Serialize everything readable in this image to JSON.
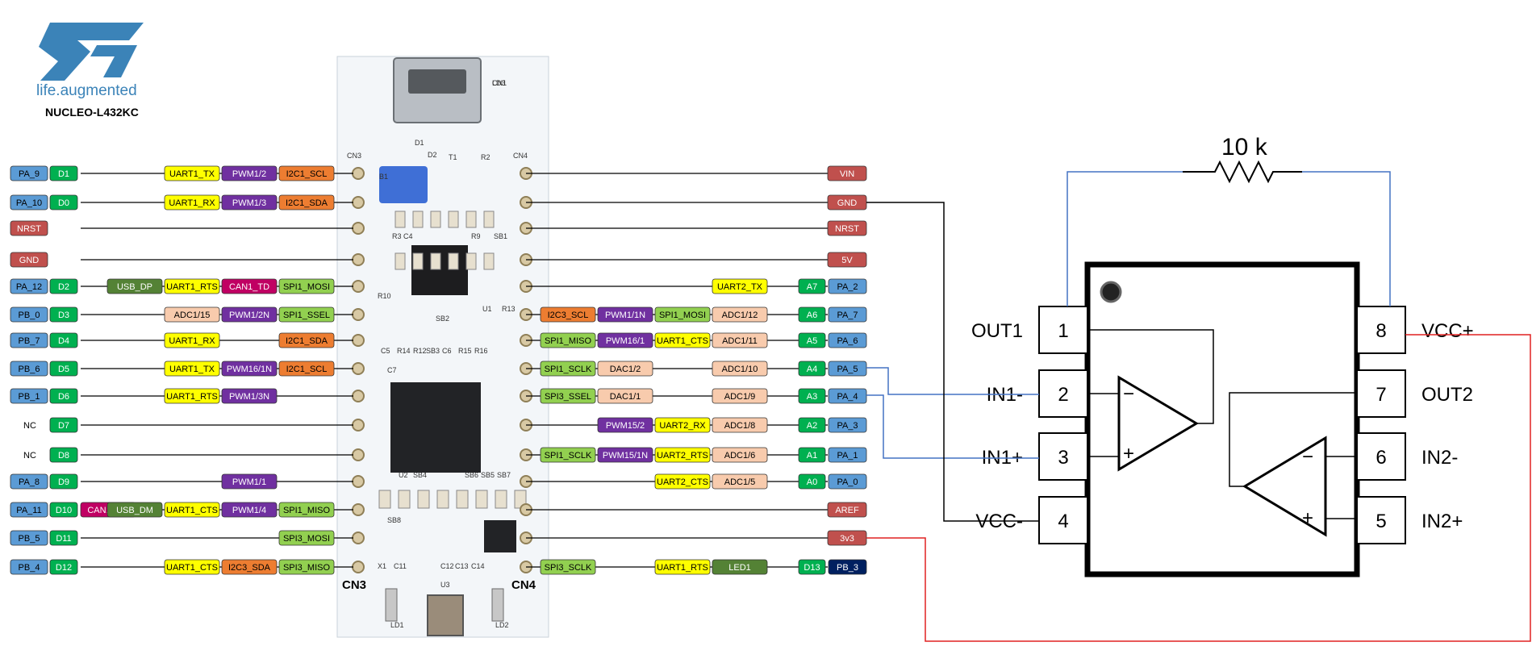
{
  "logo": {
    "tagline": "life.augmented",
    "board_name": "NUCLEO-L432KC"
  },
  "colors": {
    "pa": "#5b9bd5",
    "pb": "#002060",
    "arduino": "#00b050",
    "uart": "#ffff00",
    "pwm": "#7030a0",
    "i2c": "#ed7d31",
    "spi": "#92d050",
    "adc": "#f8cbad",
    "can": "#c00063",
    "usb": "#548235",
    "power": "#c0504d",
    "wire_blue": "#4472c4",
    "wire_red": "#e02020",
    "wire_black": "#000000",
    "pcb": "#f3f6f9"
  },
  "board": {
    "cn3_label": "CN3",
    "cn4_label": "CN4",
    "silk": [
      "CN1",
      "CN3",
      "CN4",
      "D1",
      "D2",
      "T1",
      "R2",
      "R3",
      "C4",
      "R9",
      "SB1",
      "R10",
      "SB2",
      "U1",
      "R13",
      "C5",
      "R14",
      "R12",
      "SB3",
      "C6",
      "R15",
      "R16",
      "C7",
      "U2",
      "SB4",
      "SB6",
      "SB5",
      "SB7",
      "SB8",
      "X1",
      "C11",
      "C12",
      "C13",
      "C14",
      "U3",
      "B1",
      "LD1",
      "LD2",
      "LD3"
    ]
  },
  "left_pins": [
    {
      "port": "PA_9",
      "ard": "D1",
      "funcs": [
        {
          "t": "UART1_TX",
          "c": "uart",
          "col": 3
        },
        {
          "t": "PWM1/2",
          "c": "pwm",
          "col": 4
        },
        {
          "t": "I2C1_SCL",
          "c": "i2c",
          "col": 5
        }
      ]
    },
    {
      "port": "PA_10",
      "ard": "D0",
      "funcs": [
        {
          "t": "UART1_RX",
          "c": "uart",
          "col": 3
        },
        {
          "t": "PWM1/3",
          "c": "pwm",
          "col": 4
        },
        {
          "t": "I2C1_SDA",
          "c": "i2c",
          "col": 5
        }
      ]
    },
    {
      "port": "NRST",
      "ard": "",
      "funcs": []
    },
    {
      "port": "GND",
      "ard": "",
      "funcs": []
    },
    {
      "port": "PA_12",
      "ard": "D2",
      "funcs": [
        {
          "t": "USB_DP",
          "c": "usb",
          "col": 2
        },
        {
          "t": "UART1_RTS",
          "c": "uart",
          "col": 3
        },
        {
          "t": "CAN1_TD",
          "c": "can",
          "col": 4
        },
        {
          "t": "SPI1_MOSI",
          "c": "spi",
          "col": 5
        }
      ]
    },
    {
      "port": "PB_0",
      "ard": "D3",
      "funcs": [
        {
          "t": "ADC1/15",
          "c": "adc",
          "col": 3
        },
        {
          "t": "PWM1/2N",
          "c": "pwm",
          "col": 4
        },
        {
          "t": "SPI1_SSEL",
          "c": "spi",
          "col": 5
        }
      ]
    },
    {
      "port": "PB_7",
      "ard": "D4",
      "funcs": [
        {
          "t": "UART1_RX",
          "c": "uart",
          "col": 3
        },
        {
          "t": "I2C1_SDA",
          "c": "i2c",
          "col": 5
        }
      ]
    },
    {
      "port": "PB_6",
      "ard": "D5",
      "funcs": [
        {
          "t": "UART1_TX",
          "c": "uart",
          "col": 3
        },
        {
          "t": "PWM16/1N",
          "c": "pwm",
          "col": 4
        },
        {
          "t": "I2C1_SCL",
          "c": "i2c",
          "col": 5
        }
      ]
    },
    {
      "port": "PB_1",
      "ard": "D6",
      "funcs": [
        {
          "t": "UART1_RTS",
          "c": "uart",
          "col": 3
        },
        {
          "t": "PWM1/3N",
          "c": "pwm",
          "col": 4
        }
      ]
    },
    {
      "port": "NC",
      "ard": "D7",
      "funcs": []
    },
    {
      "port": "NC",
      "ard": "D8",
      "funcs": []
    },
    {
      "port": "PA_8",
      "ard": "D9",
      "funcs": [
        {
          "t": "PWM1/1",
          "c": "pwm",
          "col": 4
        }
      ]
    },
    {
      "port": "PA_11",
      "ard": "D10",
      "funcs": [
        {
          "t": "CAN1_RD",
          "c": "can",
          "col": 1
        },
        {
          "t": "USB_DM",
          "c": "usb",
          "col": 2
        },
        {
          "t": "UART1_CTS",
          "c": "uart",
          "col": 3
        },
        {
          "t": "PWM1/4",
          "c": "pwm",
          "col": 4
        },
        {
          "t": "SPI1_MISO",
          "c": "spi",
          "col": 5
        }
      ]
    },
    {
      "port": "PB_5",
      "ard": "D11",
      "funcs": [
        {
          "t": "SPI3_MOSI",
          "c": "spi",
          "col": 5
        }
      ]
    },
    {
      "port": "PB_4",
      "ard": "D12",
      "funcs": [
        {
          "t": "UART1_CTS",
          "c": "uart",
          "col": 3
        },
        {
          "t": "I2C3_SDA",
          "c": "i2c",
          "col": 4
        },
        {
          "t": "SPI3_MISO",
          "c": "spi",
          "col": 5
        }
      ]
    }
  ],
  "right_pins": [
    {
      "port": "",
      "ard": "",
      "power": "VIN",
      "funcs": []
    },
    {
      "port": "",
      "ard": "",
      "power": "GND",
      "funcs": []
    },
    {
      "port": "",
      "ard": "",
      "power": "NRST",
      "funcs": []
    },
    {
      "port": "",
      "ard": "",
      "power": "5V",
      "funcs": []
    },
    {
      "port": "PA_2",
      "ard": "A7",
      "power": "",
      "funcs": [
        {
          "t": "UART2_TX",
          "c": "uart",
          "col": 4
        }
      ]
    },
    {
      "port": "PA_7",
      "ard": "A6",
      "power": "",
      "funcs": [
        {
          "t": "I2C3_SCL",
          "c": "i2c",
          "col": 1
        },
        {
          "t": "PWM1/1N",
          "c": "pwm",
          "col": 2
        },
        {
          "t": "SPI1_MOSI",
          "c": "spi",
          "col": 3
        },
        {
          "t": "ADC1/12",
          "c": "adc",
          "col": 4
        }
      ]
    },
    {
      "port": "PA_6",
      "ard": "A5",
      "power": "",
      "funcs": [
        {
          "t": "SPI1_MISO",
          "c": "spi",
          "col": 1
        },
        {
          "t": "PWM16/1",
          "c": "pwm",
          "col": 2
        },
        {
          "t": "UART1_CTS",
          "c": "uart",
          "col": 3
        },
        {
          "t": "ADC1/11",
          "c": "adc",
          "col": 4
        }
      ]
    },
    {
      "port": "PA_5",
      "ard": "A4",
      "power": "",
      "funcs": [
        {
          "t": "SPI1_SCLK",
          "c": "spi",
          "col": 1
        },
        {
          "t": "DAC1/2",
          "c": "adc",
          "col": 2
        },
        {
          "t": "ADC1/10",
          "c": "adc",
          "col": 4
        }
      ]
    },
    {
      "port": "PA_4",
      "ard": "A3",
      "power": "",
      "funcs": [
        {
          "t": "SPI3_SSEL",
          "c": "spi",
          "col": 1
        },
        {
          "t": "DAC1/1",
          "c": "adc",
          "col": 2
        },
        {
          "t": "ADC1/9",
          "c": "adc",
          "col": 4
        }
      ]
    },
    {
      "port": "PA_3",
      "ard": "A2",
      "power": "",
      "funcs": [
        {
          "t": "PWM15/2",
          "c": "pwm",
          "col": 2
        },
        {
          "t": "UART2_RX",
          "c": "uart",
          "col": 3
        },
        {
          "t": "ADC1/8",
          "c": "adc",
          "col": 4
        }
      ]
    },
    {
      "port": "PA_1",
      "ard": "A1",
      "power": "",
      "funcs": [
        {
          "t": "SPI1_SCLK",
          "c": "spi",
          "col": 1
        },
        {
          "t": "PWM15/1N",
          "c": "pwm",
          "col": 2
        },
        {
          "t": "UART2_RTS",
          "c": "uart",
          "col": 3
        },
        {
          "t": "ADC1/6",
          "c": "adc",
          "col": 4
        }
      ]
    },
    {
      "port": "PA_0",
      "ard": "A0",
      "power": "",
      "funcs": [
        {
          "t": "UART2_CTS",
          "c": "uart",
          "col": 3
        },
        {
          "t": "ADC1/5",
          "c": "adc",
          "col": 4
        }
      ]
    },
    {
      "port": "",
      "ard": "",
      "power": "AREF",
      "funcs": []
    },
    {
      "port": "",
      "ard": "",
      "power": "3v3",
      "funcs": []
    },
    {
      "port": "PB_3",
      "ard": "D13",
      "power": "",
      "funcs": [
        {
          "t": "SPI3_SCLK",
          "c": "spi",
          "col": 1
        },
        {
          "t": "UART1_RTS",
          "c": "uart",
          "col": 3
        },
        {
          "t": "LED1",
          "c": "usb",
          "col": 4
        }
      ]
    }
  ],
  "schematic": {
    "resistor_label": "10 k",
    "pins": [
      {
        "num": "1",
        "name": "OUT1"
      },
      {
        "num": "2",
        "name": "IN1-"
      },
      {
        "num": "3",
        "name": "IN1+"
      },
      {
        "num": "4",
        "name": "VCC-"
      },
      {
        "num": "8",
        "name": "VCC+"
      },
      {
        "num": "7",
        "name": "OUT2"
      },
      {
        "num": "6",
        "name": "IN2-"
      },
      {
        "num": "5",
        "name": "IN2+"
      }
    ],
    "minus": "−",
    "plus": "+"
  }
}
